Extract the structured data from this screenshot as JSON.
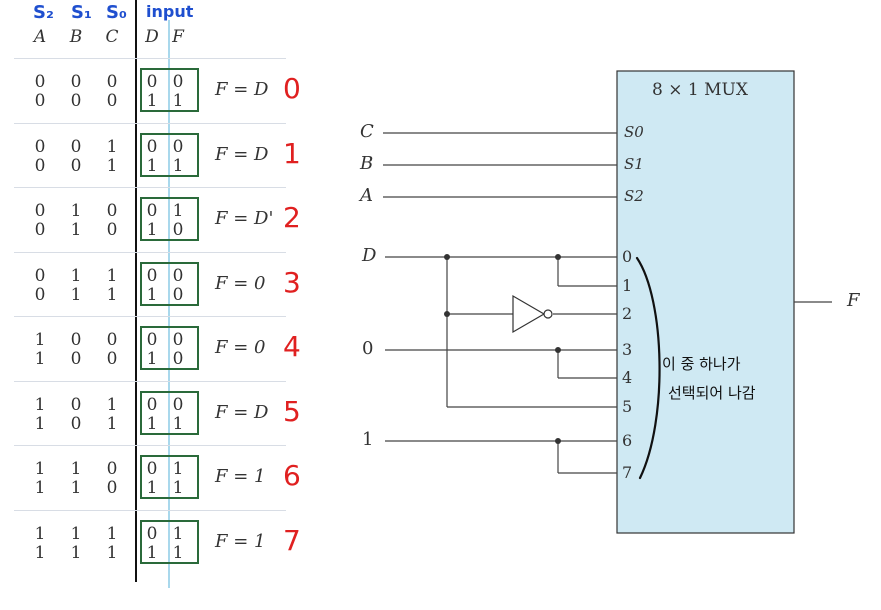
{
  "handwritten_headers": {
    "s2": "S₂",
    "s1": "S₁",
    "s0": "S₀",
    "input": "input"
  },
  "table": {
    "headers": [
      "A",
      "B",
      "C",
      "D",
      "F"
    ],
    "groups": [
      {
        "rows": [
          [
            "0",
            "0",
            "0",
            "0",
            "0"
          ],
          [
            "0",
            "0",
            "0",
            "1",
            "1"
          ]
        ],
        "func": "F = D",
        "num": "0"
      },
      {
        "rows": [
          [
            "0",
            "0",
            "1",
            "0",
            "0"
          ],
          [
            "0",
            "0",
            "1",
            "1",
            "1"
          ]
        ],
        "func": "F = D",
        "num": "1"
      },
      {
        "rows": [
          [
            "0",
            "1",
            "0",
            "0",
            "1"
          ],
          [
            "0",
            "1",
            "0",
            "1",
            "0"
          ]
        ],
        "func": "F = D'",
        "num": "2"
      },
      {
        "rows": [
          [
            "0",
            "1",
            "1",
            "0",
            "0"
          ],
          [
            "0",
            "1",
            "1",
            "1",
            "0"
          ]
        ],
        "func": "F = 0",
        "num": "3"
      },
      {
        "rows": [
          [
            "1",
            "0",
            "0",
            "0",
            "0"
          ],
          [
            "1",
            "0",
            "0",
            "1",
            "0"
          ]
        ],
        "func": "F = 0",
        "num": "4"
      },
      {
        "rows": [
          [
            "1",
            "0",
            "1",
            "0",
            "0"
          ],
          [
            "1",
            "0",
            "1",
            "1",
            "1"
          ]
        ],
        "func": "F = D",
        "num": "5"
      },
      {
        "rows": [
          [
            "1",
            "1",
            "0",
            "0",
            "1"
          ],
          [
            "1",
            "1",
            "0",
            "1",
            "1"
          ]
        ],
        "func": "F = 1",
        "num": "6"
      },
      {
        "rows": [
          [
            "1",
            "1",
            "1",
            "0",
            "1"
          ],
          [
            "1",
            "1",
            "1",
            "1",
            "1"
          ]
        ],
        "func": "F = 1",
        "num": "7"
      }
    ]
  },
  "mux": {
    "title": "8 × 1 MUX",
    "select_pins": [
      "S0",
      "S1",
      "S2"
    ],
    "select_inputs": [
      "C",
      "B",
      "A"
    ],
    "data_pins": [
      "0",
      "1",
      "2",
      "3",
      "4",
      "5",
      "6",
      "7"
    ],
    "input_labels": {
      "d": "D",
      "zero": "0",
      "one": "1"
    },
    "output_label": "F",
    "annotation_line1": "이 중 하나가",
    "annotation_line2": "선택되어 나감"
  },
  "colors": {
    "mux_fill": "#cfe9f3",
    "highlight_blue": "#1f4fcf",
    "red_note": "#e02020",
    "box_green": "#2a6a3a"
  }
}
